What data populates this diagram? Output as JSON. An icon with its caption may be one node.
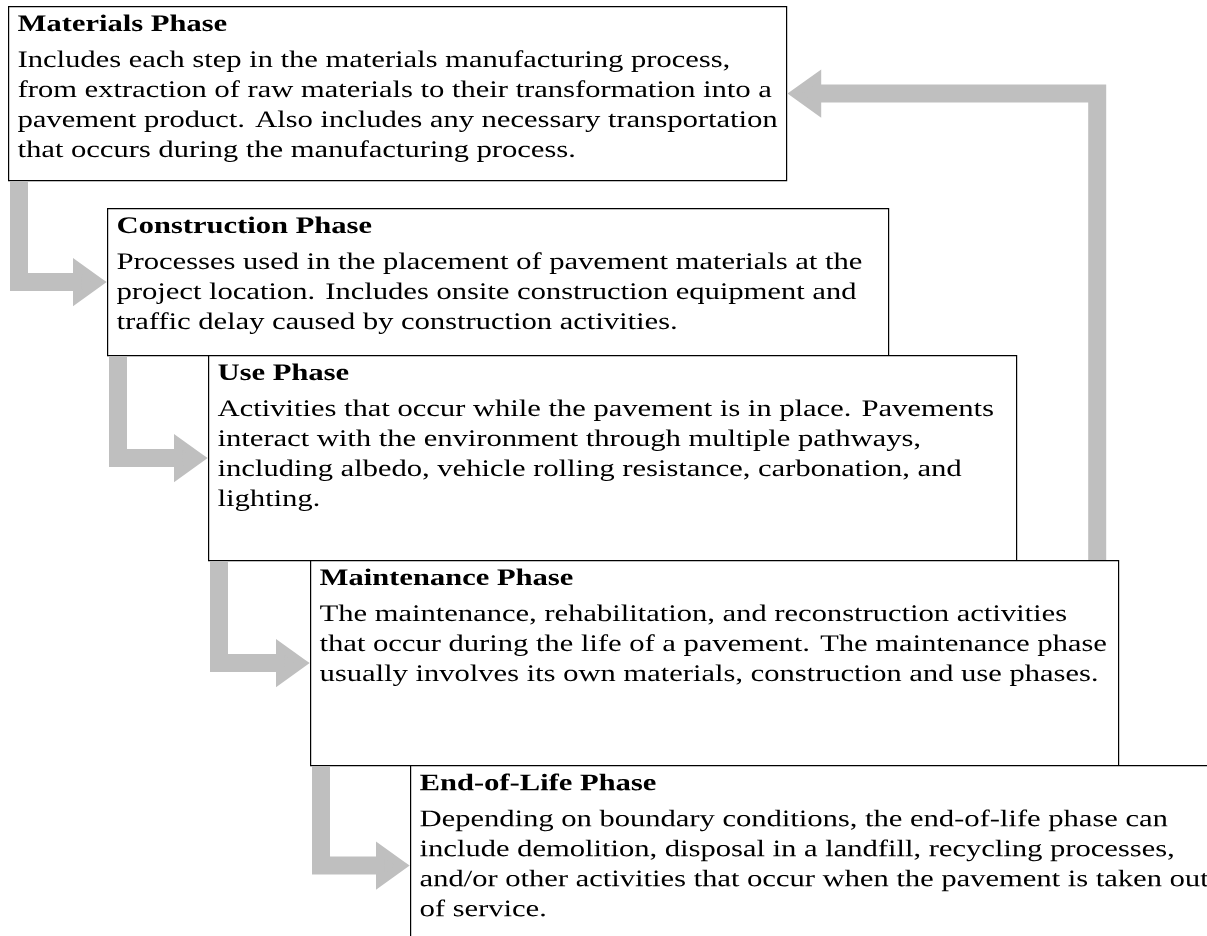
{
  "diagram": {
    "nodes": [
      {
        "text": [
          "Materials Phase",
          "Includes each step in the materials manufacturing process, from extraction of raw materials to their transformation into a pavement product.  Also includes any necessary transportation that occurs during the manufacturing process."
        ]
      },
      {
        "text": [
          "Construction Phase",
          "Processes used in the placement of pavement materials at the project location.  Includes onsite construction equipment and traffic delay caused by construction activities."
        ]
      },
      {
        "text": [
          "Use Phase",
          "Activities that occur while the pavement is in place.  Pavements interact with the environment through multiple pathways, including albedo, vehicle rolling resistance, carbonation, and lighting."
        ]
      },
      {
        "text": [
          "Maintenance Phase",
          "The maintenance, rehabilitation, and reconstruction activities that occur during the life of a pavement.  The maintenance phase usually involves its own materials, construction and use phases."
        ]
      },
      {
        "text": [
          "End-of-Life Phase",
          "Depending on boundary conditions, the end-of-life phase can include demolition, disposal in a landfill, recycling processes, and/or other activities that occur when the pavement is taken out of service."
        ]
      }
    ],
    "edges": [
      {
        "from": 0,
        "to": 1,
        "arrow": "to"
      },
      {
        "from": 1,
        "to": 2,
        "arrow": "to"
      },
      {
        "from": 2,
        "to": 3,
        "arrow": "to"
      },
      {
        "from": 3,
        "to": 4,
        "arrow": "to"
      },
      {
        "from": 3,
        "to": 0,
        "arrow": "to"
      }
    ]
  }
}
